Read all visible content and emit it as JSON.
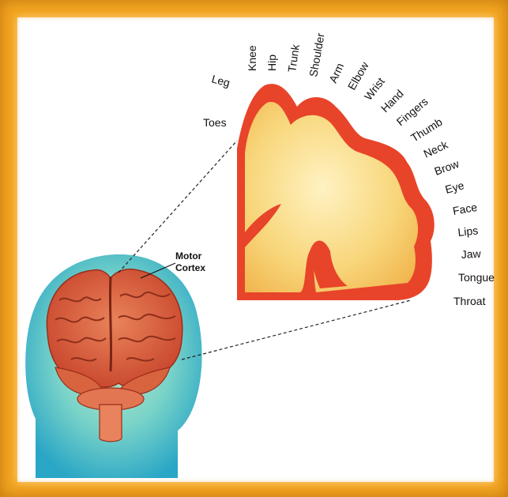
{
  "diagram": {
    "callout_label_line1": "Motor",
    "callout_label_line2": "Cortex",
    "body_parts": [
      "Leg",
      "Toes",
      "Knee",
      "Hip",
      "Trunk",
      "Shoulder",
      "Arm",
      "Elbow",
      "Wrist",
      "Hand",
      "Fingers",
      "Thumb",
      "Neck",
      "Brow",
      "Eye",
      "Face",
      "Lips",
      "Jaw",
      "Tongue",
      "Throat"
    ]
  },
  "colors": {
    "frame": "#f4a520",
    "cortex_outer": "#e8442a",
    "cortex_inner": "#f7d77a",
    "head": "#3fb8c9",
    "brain": "#d9603f"
  }
}
